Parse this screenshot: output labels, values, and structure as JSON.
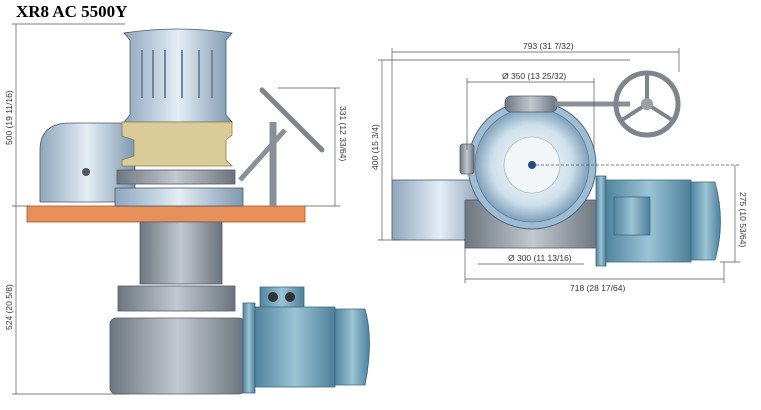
{
  "title": "XR8 AC 5500Y",
  "side_view": {
    "dim_height_top": "500 (19 11/16)",
    "dim_height_bottom": "524 (20 5/8)",
    "dim_handle": "331 (12 33/64)"
  },
  "top_view": {
    "dim_overall_width": "793 (31 7/32)",
    "dim_drum_diameter": "Ø 350 (13 25/32)",
    "dim_depth": "400 (15 3/4)",
    "dim_base_diameter": "Ø 300 (11 13/16)",
    "dim_motor_length": "718 (28 17/64)",
    "dim_motor_offset": "275 (10 53/64)"
  },
  "colors": {
    "deck": "#e8905a",
    "gold": "#d9cc98",
    "motor": "#6e9fb8",
    "gear": "#8e98a4"
  }
}
